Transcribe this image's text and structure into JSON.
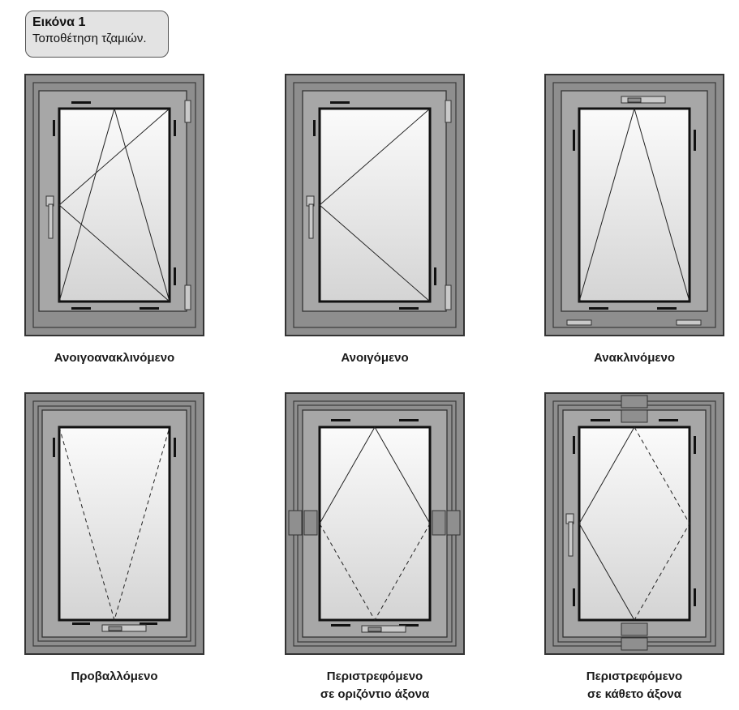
{
  "figure": {
    "title": "Εικόνα 1",
    "subtitle": "Τοποθέτηση τζαμιών."
  },
  "windows": [
    {
      "id": "tilt-turn",
      "label_lines": [
        "Ανοιγοανακλινόμενο"
      ]
    },
    {
      "id": "side-hung",
      "label_lines": [
        "Ανοιγόμενο"
      ]
    },
    {
      "id": "bottom-hung",
      "label_lines": [
        "Ανακλινόμενο"
      ]
    },
    {
      "id": "top-hung",
      "label_lines": [
        "Προβαλλόμενο"
      ]
    },
    {
      "id": "horizontal-pivot",
      "label_lines": [
        "Περιστρεφόμενο",
        "σε οριζόντιο άξονα"
      ]
    },
    {
      "id": "vertical-pivot",
      "label_lines": [
        "Περιστρεφόμενο",
        "σε κάθετο άξονα"
      ]
    }
  ]
}
